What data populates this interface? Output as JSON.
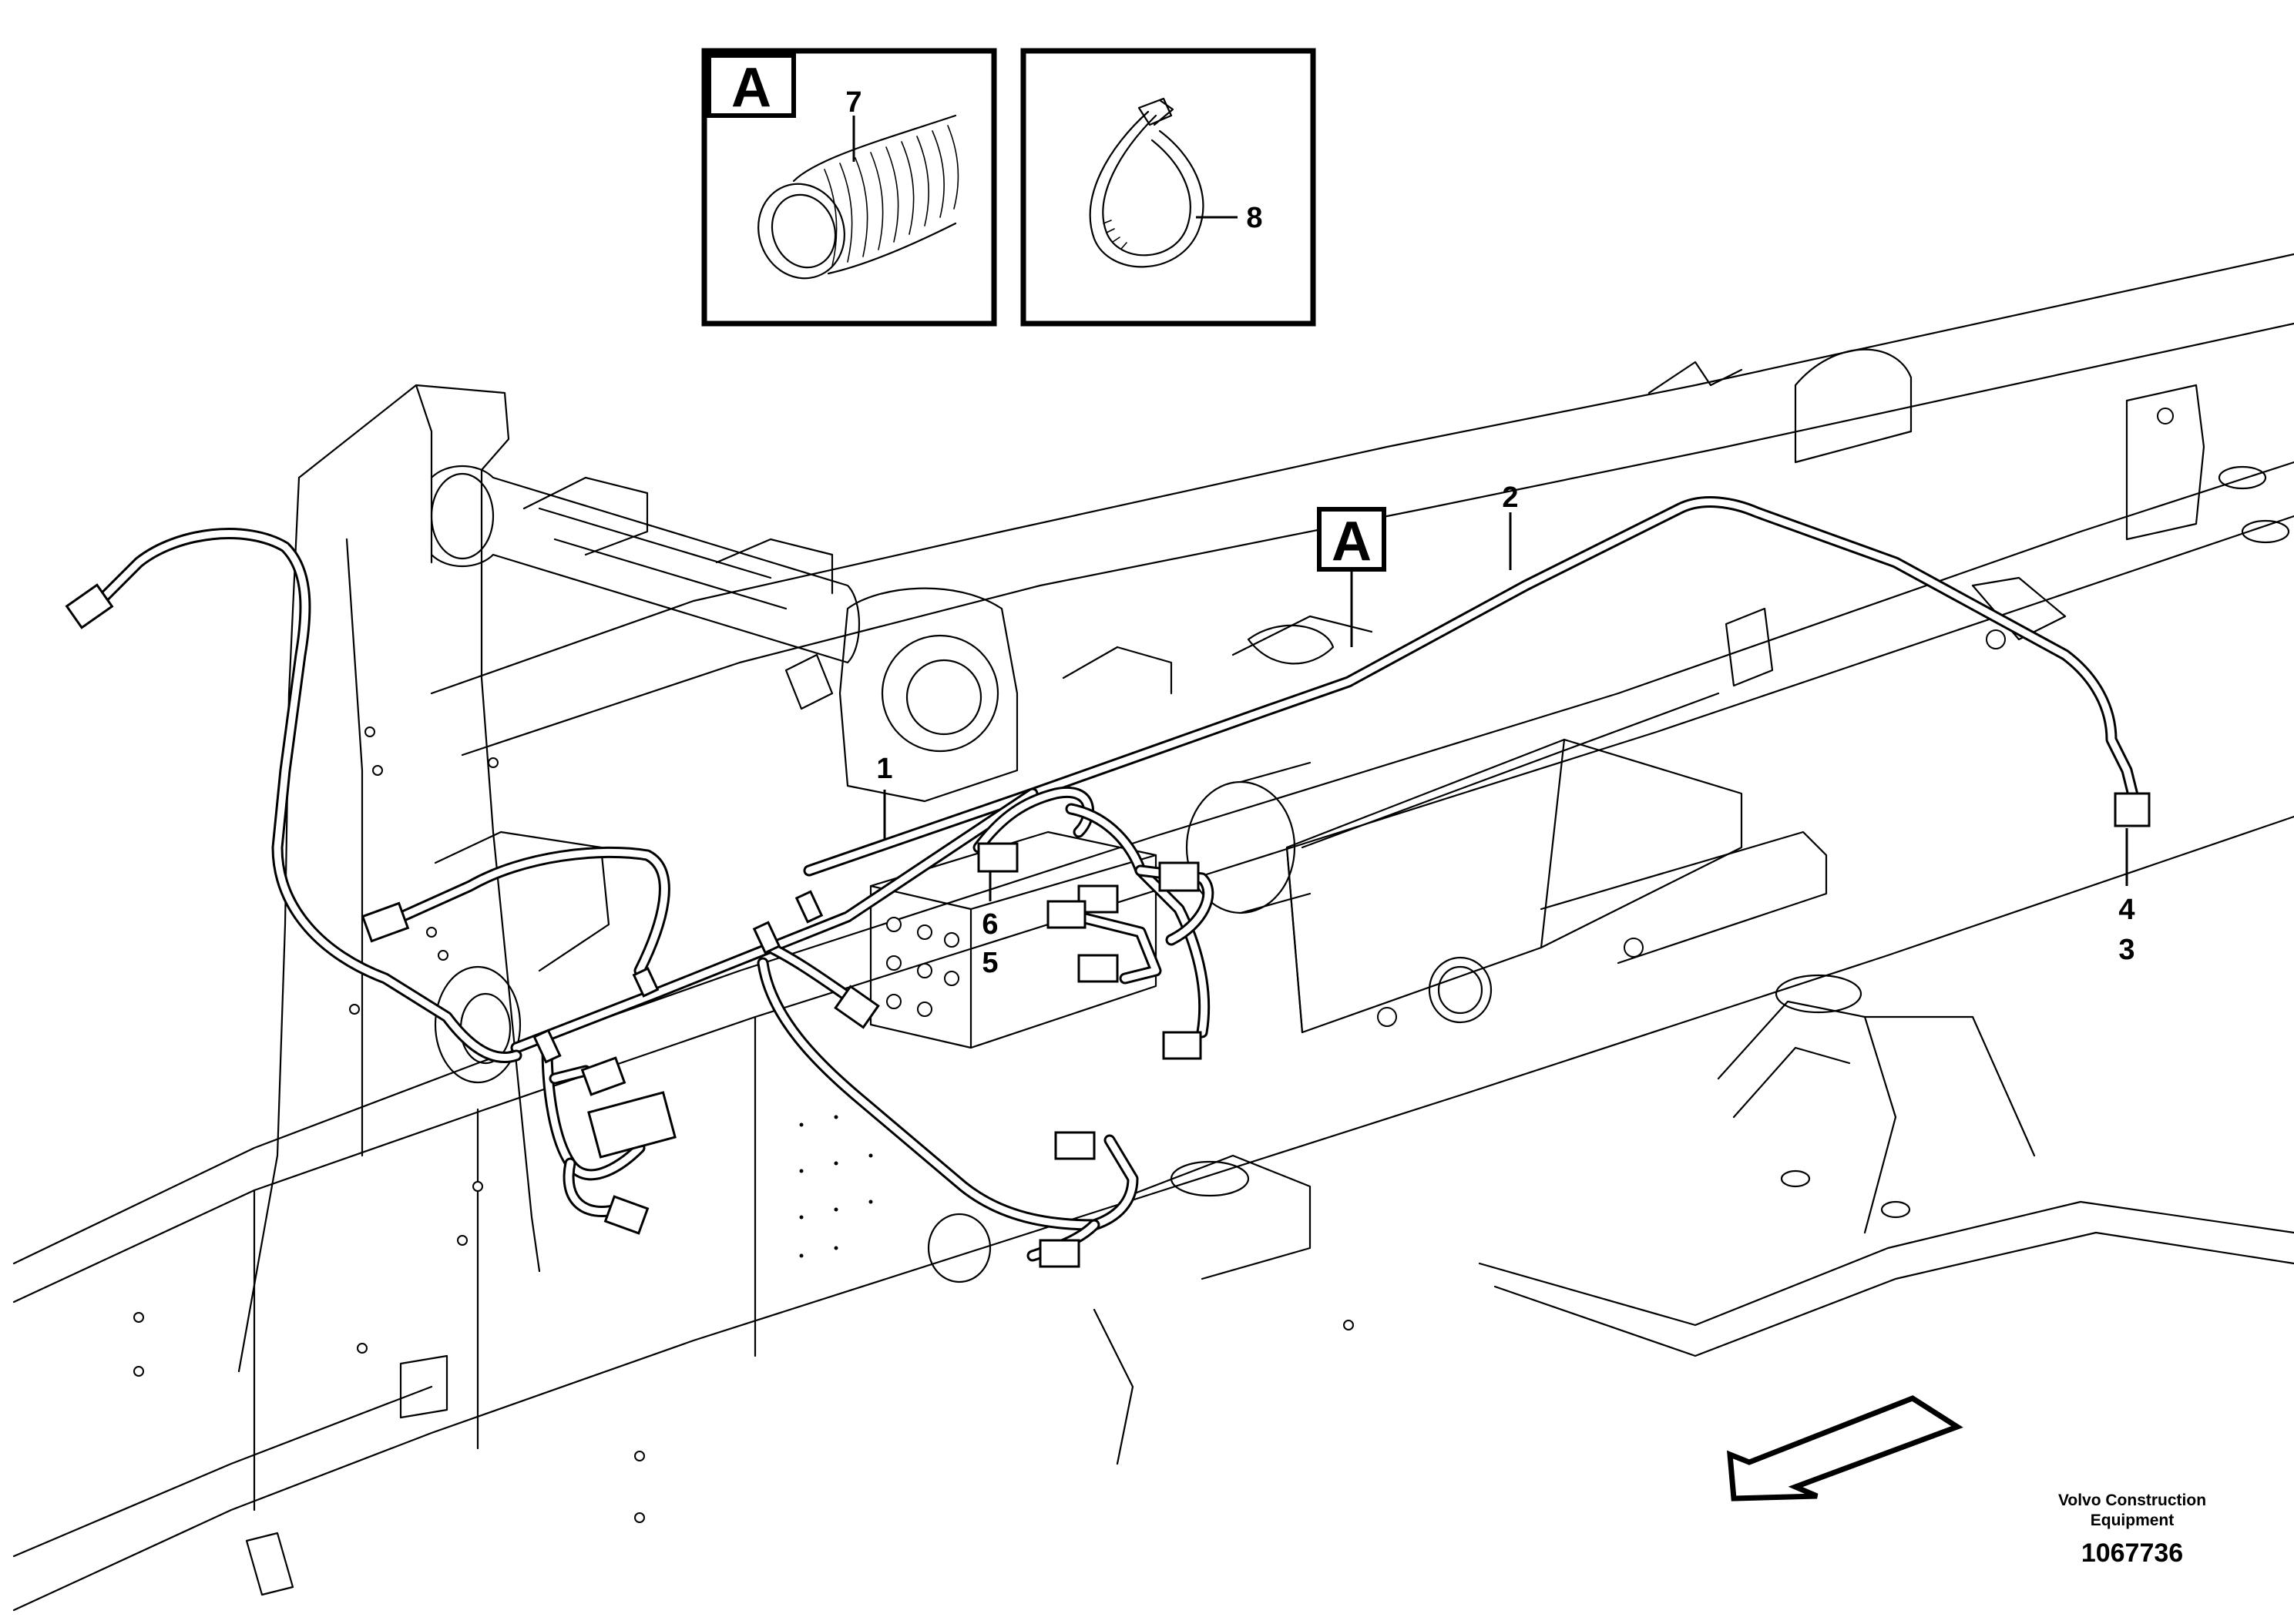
{
  "detail_boxes": [
    {
      "letter": "A",
      "callout": "7",
      "part": "corrugated-conduit"
    },
    {
      "callout": "8",
      "part": "cable-tie"
    }
  ],
  "detail_marker": "A",
  "callouts": {
    "c1": "1",
    "c2": "2",
    "c4": "4",
    "c3": "3",
    "c6": "6",
    "c5": "5"
  },
  "footer": {
    "brand_line1": "Volvo Construction",
    "brand_line2": "Equipment",
    "doc_number": "1067736"
  },
  "icons": {
    "direction": "direction-arrow-icon"
  }
}
